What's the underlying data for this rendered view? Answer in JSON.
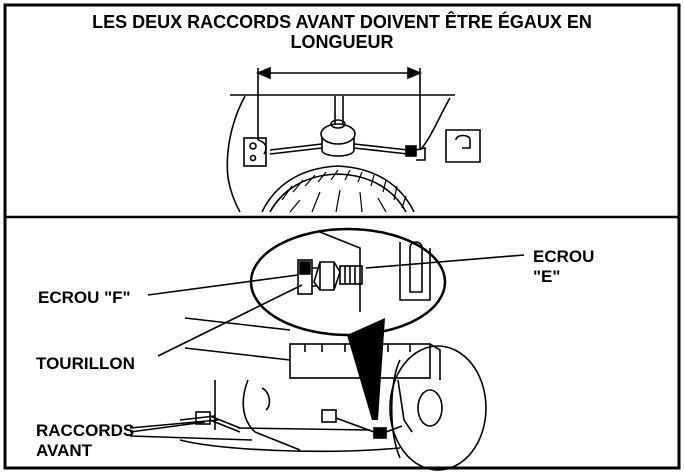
{
  "diagram": {
    "title_line1": "LES DEUX RACCORDS AVANT DOIVENT ÊTRE ÉGAUX EN",
    "title_line2": "LONGUEUR",
    "labels": {
      "ecrou_e_line1": "ECROU",
      "ecrou_e_line2": "\"E\"",
      "ecrou_f": "ECROU \"F\"",
      "tourillon": "TOURILLON",
      "raccords_line1": "RACCORDS",
      "raccords_line2": "AVANT"
    }
  }
}
